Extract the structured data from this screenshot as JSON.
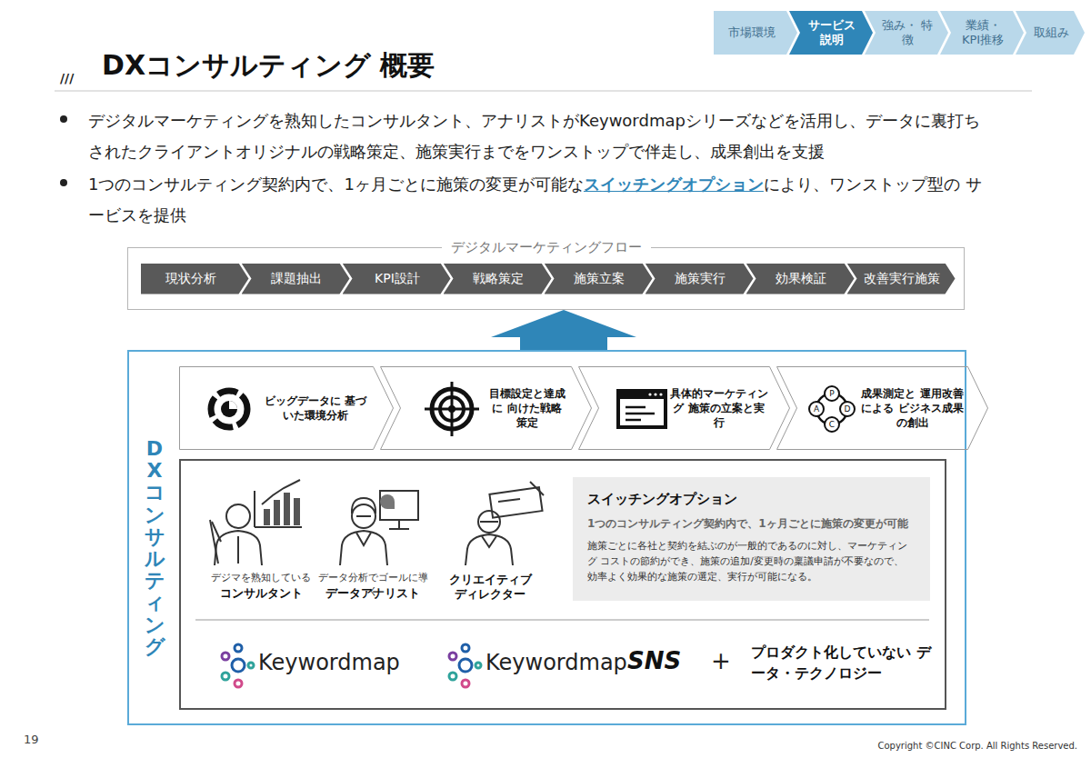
{
  "diagram": {
    "title": "DXコンサルティング 概要",
    "nodes": [
      {
        "text": [
          "市場環境"
        ]
      },
      {
        "text": [
          "サービス 説明"
        ]
      },
      {
        "text": [
          "強み・ 特徴"
        ]
      },
      {
        "text": [
          "業績・ KPI推移"
        ]
      },
      {
        "text": [
          "取組み"
        ]
      },
      {
        "text": [
          "デジタルマーケティングフロー"
        ]
      },
      {
        "text": [
          "現状分析"
        ],
        "in": 5
      },
      {
        "text": [
          "課題抽出"
        ],
        "in": 5
      },
      {
        "text": [
          "KPI設計"
        ],
        "in": 5
      },
      {
        "text": [
          "戦略策定"
        ],
        "in": 5
      },
      {
        "text": [
          "施策立案"
        ],
        "in": 5
      },
      {
        "text": [
          "施策実行"
        ],
        "in": 5
      },
      {
        "text": [
          "効果検証"
        ],
        "in": 5
      },
      {
        "text": [
          "改善実行施策"
        ],
        "in": 5
      },
      {
        "text": [
          "DXコンサルティング"
        ]
      },
      {
        "text": [
          "ビッグデータに 基づいた環境分析"
        ],
        "in": 14
      },
      {
        "text": [
          "目標設定と達成に 向けた戦略策定"
        ],
        "in": 14
      },
      {
        "text": [
          "具体的マーケティング 施策の立案と実行"
        ],
        "in": 14
      },
      {
        "text": [
          "成果測定と 運用改善による ビジネス成果の創出"
        ],
        "in": 14
      },
      {
        "text": [
          "スイッチングオプション",
          "1つのコンサルティング契約内で、1ヶ月ごとに施策の変更が可能",
          "施策ごとに各社と契約を結ぶのが一般的であるのに対し、マーケティング コストの節約ができ、施策の追加/変更時の稟議申請が不要なので、 効率よく効果的な施策の選定、実行が可能になる。"
        ],
        "in": 14
      }
    ],
    "edges": [
      {
        "from": 14,
        "to": 5,
        "arrow": "to"
      }
    ],
    "labels": [
      "///",
      "デジタルマーケティングを熟知したコンサルタント、アナリストがKeywordmapシリーズなどを活用し、データに裏打ち されたクライアントオリジナルの戦略策定、施策実行までをワンストップで伴走し、成果創出を支援",
      "1つのコンサルティング契約内で、1ヶ月ごとに施策の変更が可能な",
      "スイッチングオプション",
      "により、ワンストップ型の サービスを提供",
      "デジマを熟知している",
      "コンサルタント",
      "データ分析でゴールに導く",
      "データアナリスト",
      "クリエイティブ ディレクター",
      "P",
      "D",
      "C",
      "A",
      "Keywordmap",
      "Keywordmap",
      "SNS",
      "+",
      "プロダクト化していない データ・テクノロジー",
      "19",
      "Copyright ©CINC Corp. All Rights Reserved."
    ]
  }
}
